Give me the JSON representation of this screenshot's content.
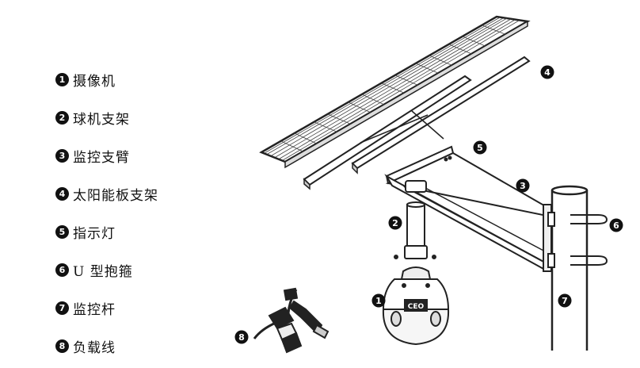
{
  "legend": [
    {
      "num": "1",
      "label": "摄像机"
    },
    {
      "num": "2",
      "label": "球机支架"
    },
    {
      "num": "3",
      "label": "监控支臂"
    },
    {
      "num": "4",
      "label": "太阳能板支架"
    },
    {
      "num": "5",
      "label": "指示灯"
    },
    {
      "num": "6",
      "label": "U 型抱箍"
    },
    {
      "num": "7",
      "label": "监控杆"
    },
    {
      "num": "8",
      "label": "负载线"
    }
  ],
  "callouts": [
    "1",
    "2",
    "3",
    "4",
    "5",
    "6",
    "7",
    "8"
  ],
  "camera_label": "CEO"
}
